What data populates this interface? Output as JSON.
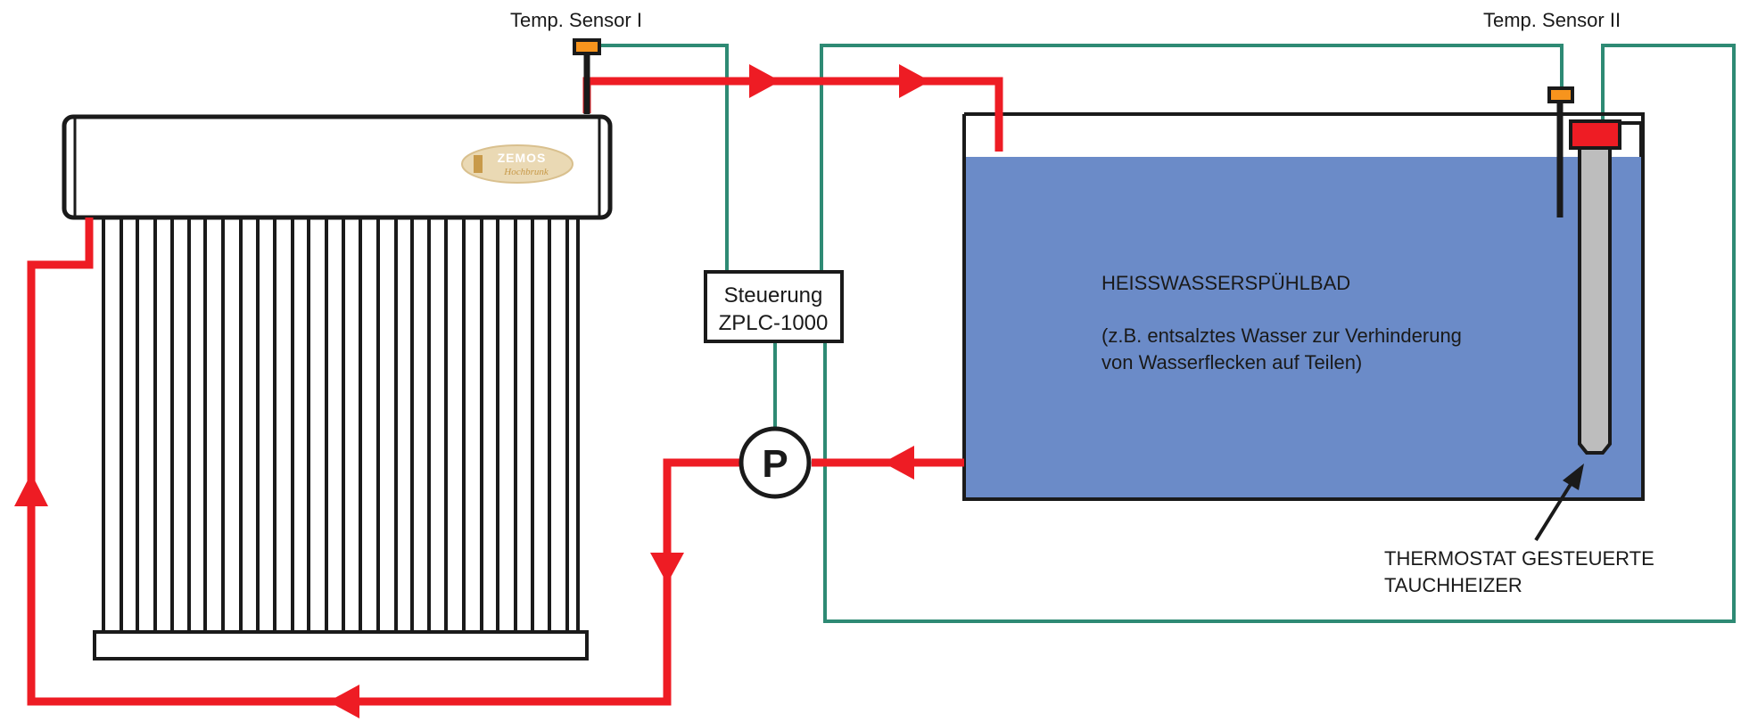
{
  "colors": {
    "flow_pipe": "#ee1c24",
    "signal_wire": "#2e8a74",
    "water": "#6b8bc8",
    "outline": "#1a1a1a",
    "sensor": "#f7941d",
    "heater_body": "#bdbdbd",
    "heater_cap": "#ee1c24",
    "logo_fill": "#ead9b4",
    "logo_text": "#c89a4a"
  },
  "sensors": {
    "sensor1_label": "Temp. Sensor I",
    "sensor2_label": "Temp. Sensor II"
  },
  "controller": {
    "line1": "Steuerung",
    "line2": "ZPLC-1000"
  },
  "pump": {
    "label": "P"
  },
  "collector": {
    "logo_brand": "ZEMOS",
    "logo_sub": "Hochbrunk"
  },
  "tank": {
    "title": "HEISSWASSERSPÜHLBAD",
    "note_line1": "(z.B. entsalztes Wasser zur Verhinderung",
    "note_line2": "von Wasserflecken auf Teilen)"
  },
  "heater": {
    "label_line1": "THERMOSTAT GESTEUERTE",
    "label_line2": "TAUCHHEIZER"
  },
  "icons": {
    "flow_arrow": "triangle-arrow-icon",
    "pump": "pump-icon",
    "sensor": "temperature-sensor-icon"
  }
}
